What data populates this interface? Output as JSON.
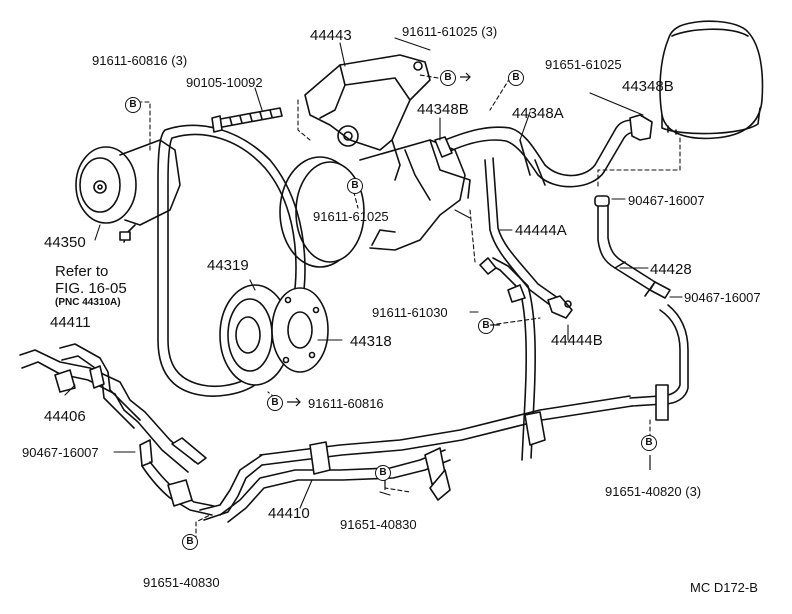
{
  "diagram": {
    "labels": {
      "p44443": "44443",
      "p91611_61025_3": "91611-61025 (3)",
      "p91611_60816_3": "91611-60816 (3)",
      "p90105_10092": "90105-10092",
      "p91651_61025": "91651-61025",
      "p44348b_left": "44348B",
      "p44348a": "44348A",
      "p44348b_right": "44348B",
      "p90467_16007_top": "90467-16007",
      "p44350": "44350",
      "p91611_61025_mid": "91611-61025",
      "p44444a": "44444A",
      "p44319": "44319",
      "p44428": "44428",
      "p90467_16007_mid": "90467-16007",
      "p91611_61030": "91611-61030",
      "p44444b": "44444B",
      "p44318": "44318",
      "p44411": "44411",
      "p91611_60816": "91611-60816",
      "p44406": "44406",
      "p90467_16007_left": "90467-16007",
      "p91651_40820_3": "91651-40820 (3)",
      "p44410": "44410",
      "p91651_40830_mid": "91651-40830",
      "p91651_40830_bottom": "91651-40830",
      "diagram_code": "MC  D172-B"
    },
    "reference": {
      "line1": "Refer to",
      "line2": "FIG. 16-05",
      "line3": "(PNC 44310A)"
    },
    "marker_letter": "B"
  }
}
